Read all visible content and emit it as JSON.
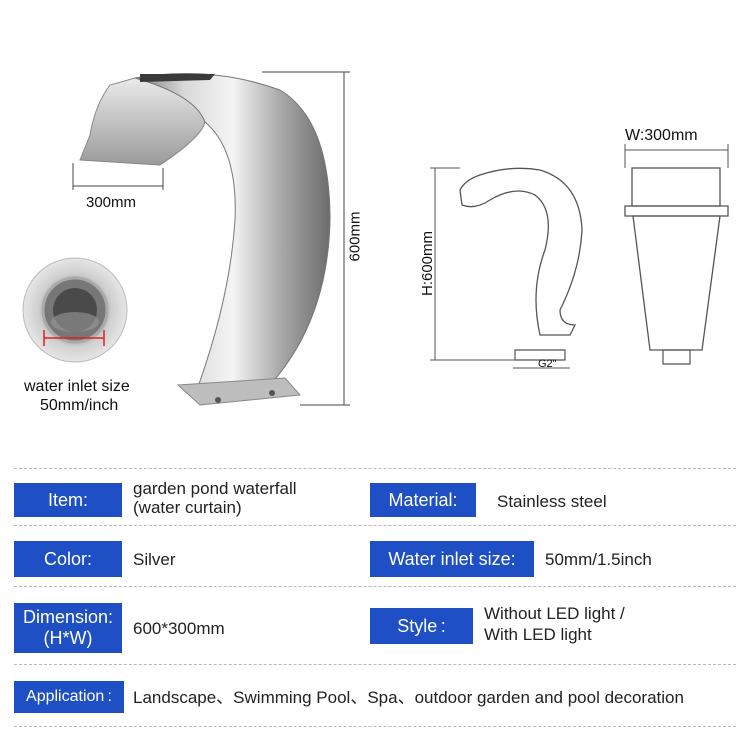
{
  "dimensions": {
    "width_label": "300mm",
    "height_label": "600mm",
    "inlet_caption_line1": "water inlet size",
    "inlet_caption_line2": "50mm/inch"
  },
  "technical_drawing": {
    "height_label": "H:600mm",
    "width_label": "W:300mm",
    "thread_label": "G2\""
  },
  "specs": {
    "item": {
      "label": "Item:",
      "value_line1": "garden pond waterfall",
      "value_line2": "(water curtain)"
    },
    "material": {
      "label": "Material:",
      "value": "Stainless steel"
    },
    "color": {
      "label": "Color:",
      "value": "Silver"
    },
    "inlet": {
      "label": "Water inlet size:",
      "value": "50mm/1.5inch"
    },
    "dimension": {
      "label_line1": "Dimension:",
      "label_line2": "(H*W)",
      "value": "600*300mm"
    },
    "style": {
      "label": "Style :",
      "value_line1": "Without LED light /",
      "value_line2": "With LED light"
    },
    "application": {
      "label": "Application :",
      "value": "Landscape、Swimming Pool、Spa、outdoor garden and pool decoration"
    }
  },
  "colors": {
    "label_bg": "#1f4fc4",
    "label_text": "#ffffff"
  }
}
